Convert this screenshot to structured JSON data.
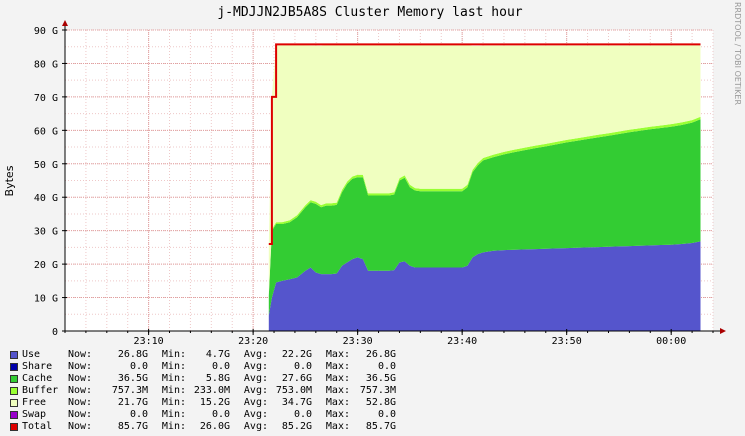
{
  "chart_data": {
    "type": "area",
    "title": "j-MDJJN2JB5A8S Cluster Memory last hour",
    "ylabel": "Bytes",
    "xlabel": "",
    "watermark": "RRDTOOL / TOBI OETIKER",
    "ylim": [
      0,
      90
    ],
    "y_unit": "G",
    "yticks": [
      "0",
      "10 G",
      "20 G",
      "30 G",
      "40 G",
      "50 G",
      "60 G",
      "70 G",
      "80 G",
      "90 G"
    ],
    "yticks_values": [
      0,
      10,
      20,
      30,
      40,
      50,
      60,
      70,
      80,
      90
    ],
    "xlim": [
      "23:02",
      "00:04"
    ],
    "xticks": [
      "23:10",
      "23:20",
      "23:30",
      "23:40",
      "23:50",
      "00:00"
    ],
    "xticks_minutes": [
      8,
      18,
      28,
      38,
      48,
      58
    ],
    "x_unit_note": "x values are minutes after 23:02",
    "grid": true,
    "colors": {
      "use": "#5555cc",
      "cache": "#33cc33",
      "buffer": "#99ff33",
      "free": "#f0ffc0",
      "total": "#dd0000",
      "share": "#0000aa",
      "swap": "#9900cc",
      "grid": "#e0a0a0",
      "background": "#ffffff"
    },
    "x": [
      19.5,
      19.8,
      20.2,
      20.8,
      21.5,
      22.2,
      23.0,
      23.5,
      24.0,
      24.5,
      25.0,
      25.5,
      26.0,
      26.5,
      27.0,
      27.5,
      28.0,
      28.5,
      29.0,
      29.5,
      30.0,
      30.5,
      31.0,
      31.5,
      32.0,
      32.5,
      33.0,
      33.5,
      34.0,
      34.5,
      35.0,
      35.5,
      36.0,
      36.5,
      37.0,
      37.5,
      38.0,
      38.5,
      39.0,
      39.5,
      40.0,
      41.0,
      42.0,
      43.0,
      44.0,
      45.0,
      46.0,
      47.0,
      48.0,
      49.0,
      50.0,
      51.0,
      52.0,
      53.0,
      54.0,
      55.0,
      56.0,
      57.0,
      58.0,
      59.0,
      60.0,
      60.8
    ],
    "series": [
      {
        "name": "Use",
        "values": [
          4.7,
          10.0,
          14.5,
          15.0,
          15.5,
          16.0,
          18.0,
          19.0,
          17.5,
          17.0,
          17.0,
          17.0,
          17.2,
          19.5,
          20.5,
          21.5,
          22.0,
          21.5,
          18.0,
          18.0,
          18.0,
          18.0,
          18.0,
          18.2,
          20.5,
          20.8,
          19.5,
          19.0,
          19.0,
          19.0,
          19.0,
          19.0,
          19.0,
          19.0,
          19.0,
          19.0,
          19.0,
          19.5,
          22.0,
          23.0,
          23.5,
          24.0,
          24.2,
          24.3,
          24.4,
          24.5,
          24.6,
          24.7,
          24.8,
          24.9,
          25.0,
          25.1,
          25.2,
          25.3,
          25.4,
          25.5,
          25.6,
          25.7,
          25.8,
          26.0,
          26.3,
          26.8
        ]
      },
      {
        "name": "Cache",
        "values": [
          5.8,
          20.0,
          17.5,
          17.0,
          17.0,
          18.0,
          19.0,
          19.5,
          20.5,
          20.0,
          20.5,
          20.5,
          20.5,
          22.0,
          23.5,
          24.0,
          24.0,
          24.5,
          22.5,
          22.5,
          22.5,
          22.5,
          22.5,
          22.6,
          24.5,
          25.0,
          23.5,
          23.0,
          22.8,
          22.8,
          22.8,
          22.8,
          22.8,
          22.8,
          22.8,
          22.8,
          22.8,
          23.5,
          25.5,
          26.5,
          27.5,
          28.0,
          28.6,
          29.2,
          29.7,
          30.2,
          30.6,
          31.1,
          31.6,
          32.0,
          32.4,
          32.8,
          33.2,
          33.6,
          34.0,
          34.4,
          34.7,
          35.0,
          35.3,
          35.6,
          36.0,
          36.5
        ]
      },
      {
        "name": "Buffer",
        "values": [
          0.2,
          0.4,
          0.5,
          0.55,
          0.6,
          0.6,
          0.65,
          0.65,
          0.65,
          0.65,
          0.7,
          0.7,
          0.7,
          0.7,
          0.7,
          0.7,
          0.7,
          0.7,
          0.7,
          0.7,
          0.7,
          0.7,
          0.7,
          0.7,
          0.7,
          0.72,
          0.72,
          0.72,
          0.72,
          0.72,
          0.72,
          0.72,
          0.72,
          0.72,
          0.72,
          0.72,
          0.72,
          0.73,
          0.73,
          0.73,
          0.73,
          0.73,
          0.74,
          0.74,
          0.74,
          0.74,
          0.74,
          0.75,
          0.75,
          0.75,
          0.75,
          0.75,
          0.75,
          0.75,
          0.75,
          0.75,
          0.75,
          0.76,
          0.76,
          0.76,
          0.76,
          0.76
        ]
      },
      {
        "name": "Free",
        "values": [
          15.3,
          40.0,
          53.0,
          52.9,
          52.6,
          51.1,
          47.8,
          46.2,
          46.7,
          47.6,
          47.5,
          47.5,
          47.3,
          43.5,
          41.0,
          39.5,
          39.0,
          39.0,
          44.5,
          44.5,
          44.5,
          44.5,
          44.5,
          44.2,
          39.9,
          39.2,
          41.9,
          42.9,
          43.2,
          43.2,
          43.2,
          43.2,
          43.2,
          43.2,
          43.2,
          43.2,
          43.2,
          41.9,
          37.0,
          35.0,
          33.6,
          32.6,
          31.8,
          31.1,
          30.5,
          29.9,
          29.4,
          28.8,
          28.2,
          27.7,
          27.2,
          26.7,
          26.2,
          25.7,
          25.2,
          24.7,
          24.3,
          23.9,
          23.5,
          23.0,
          22.4,
          21.7
        ]
      },
      {
        "name": "Total",
        "values": [
          26.0,
          70.0,
          85.7,
          85.7,
          85.7,
          85.7,
          85.7,
          85.7,
          85.7,
          85.7,
          85.7,
          85.7,
          85.7,
          85.7,
          85.7,
          85.7,
          85.7,
          85.7,
          85.7,
          85.7,
          85.7,
          85.7,
          85.7,
          85.7,
          85.7,
          85.7,
          85.7,
          85.7,
          85.7,
          85.7,
          85.7,
          85.7,
          85.7,
          85.7,
          85.7,
          85.7,
          85.7,
          85.7,
          85.7,
          85.7,
          85.7,
          85.7,
          85.7,
          85.7,
          85.7,
          85.7,
          85.7,
          85.7,
          85.7,
          85.7,
          85.7,
          85.7,
          85.7,
          85.7,
          85.7,
          85.7,
          85.7,
          85.7,
          85.7,
          85.7,
          85.7,
          85.7
        ]
      }
    ],
    "legend": {
      "position": "bottom-left",
      "now_label": "Now:",
      "min_label": "Min:",
      "avg_label": "Avg:",
      "max_label": "Max:",
      "items": [
        {
          "name": "Use",
          "color": "#5555cc",
          "now": "26.8G",
          "min": "4.7G",
          "avg": "22.2G",
          "max": "26.8G"
        },
        {
          "name": "Share",
          "color": "#0000aa",
          "now": "0.0",
          "min": "0.0",
          "avg": "0.0",
          "max": "0.0"
        },
        {
          "name": "Cache",
          "color": "#33cc33",
          "now": "36.5G",
          "min": "5.8G",
          "avg": "27.6G",
          "max": "36.5G"
        },
        {
          "name": "Buffer",
          "color": "#99ff33",
          "now": "757.3M",
          "min": "233.0M",
          "avg": "753.0M",
          "max": "757.3M"
        },
        {
          "name": "Free",
          "color": "#f0ffc0",
          "now": "21.7G",
          "min": "15.2G",
          "avg": "34.7G",
          "max": "52.8G"
        },
        {
          "name": "Swap",
          "color": "#9900cc",
          "now": "0.0",
          "min": "0.0",
          "avg": "0.0",
          "max": "0.0"
        },
        {
          "name": "Total",
          "color": "#dd0000",
          "now": "85.7G",
          "min": "26.0G",
          "avg": "85.2G",
          "max": "85.7G"
        }
      ]
    }
  }
}
